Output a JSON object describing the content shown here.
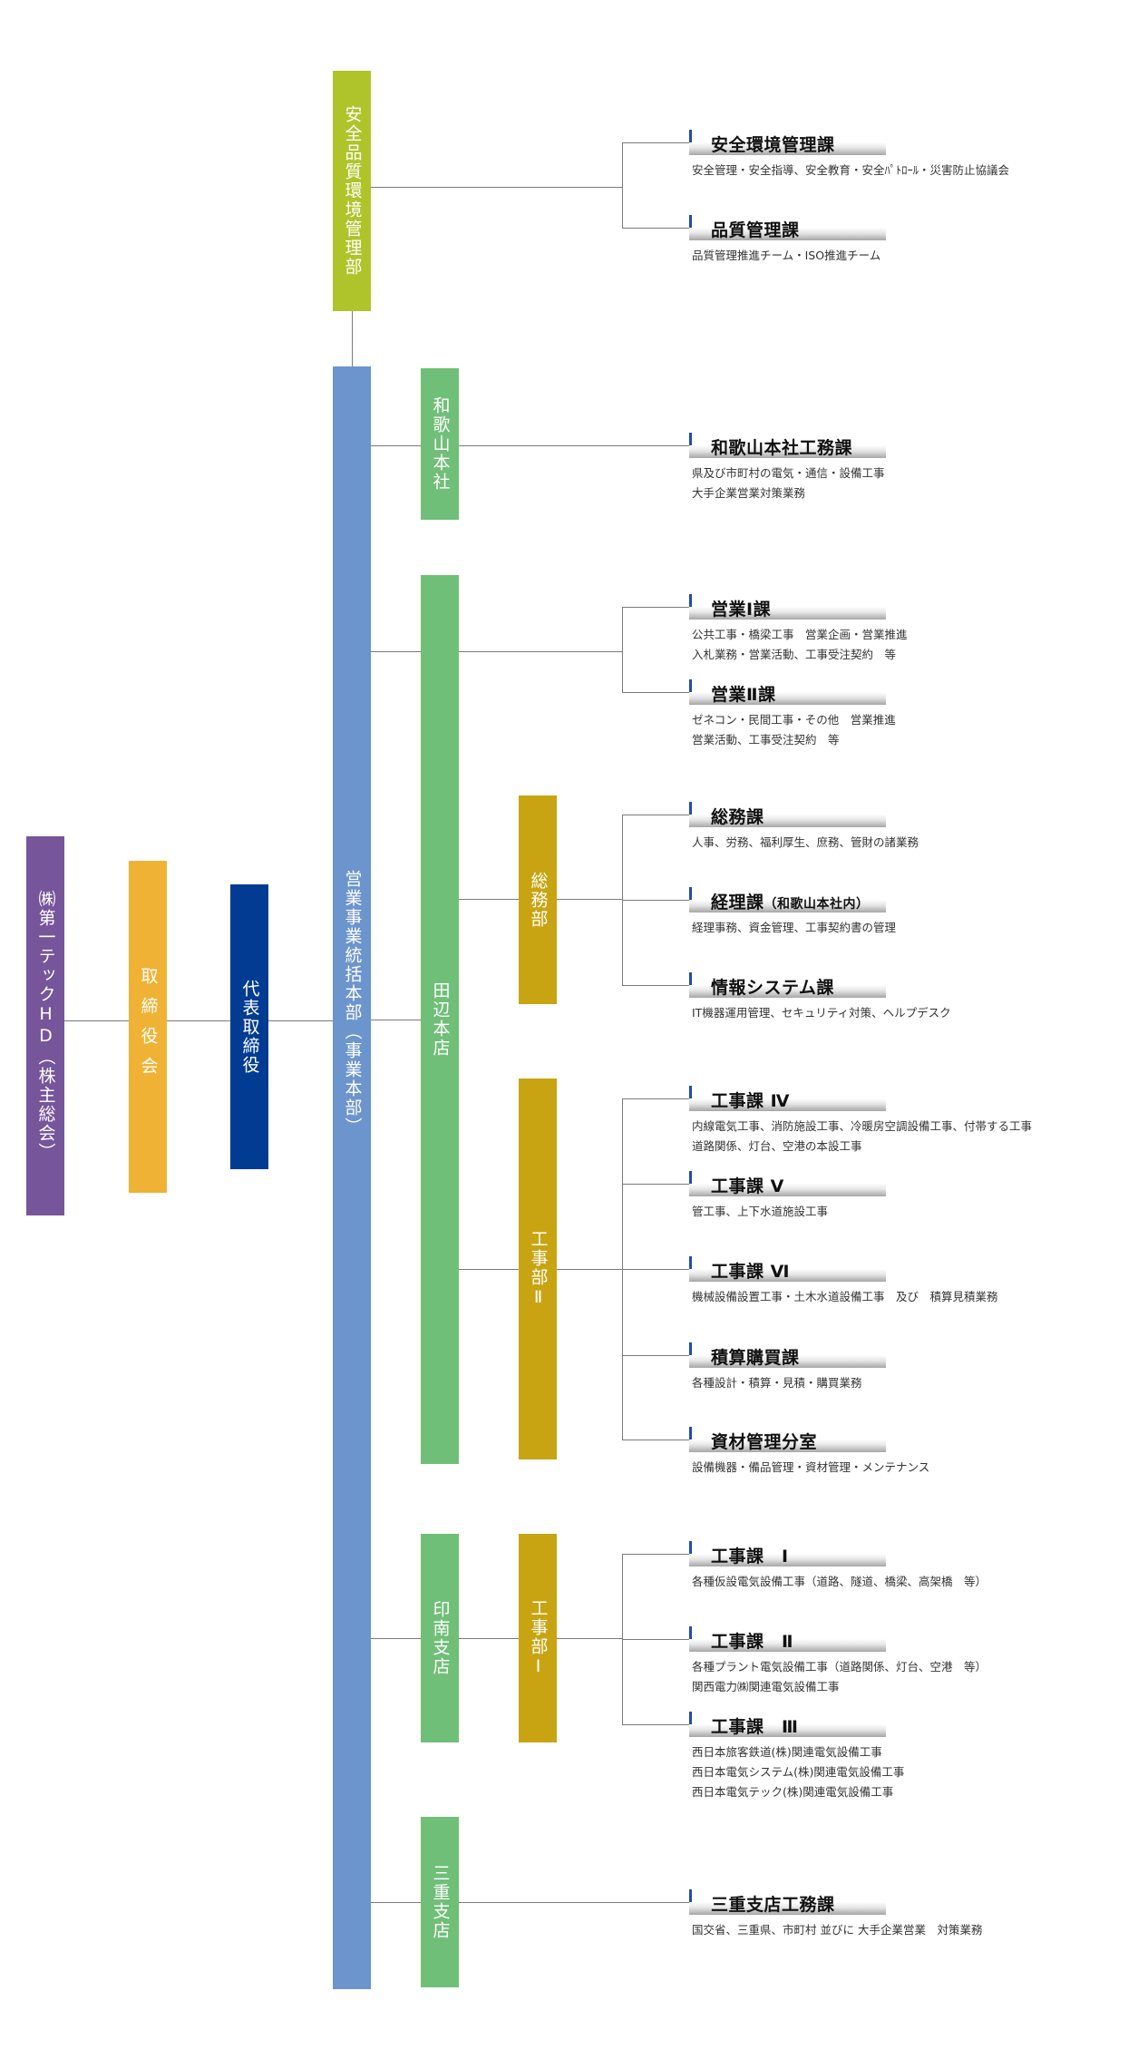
{
  "chart_title": "",
  "units": {
    "shareholder": "㈱第一テックHD（株主総会）",
    "board": "取締役会",
    "president": "代表取締役",
    "sales_hq": "営業事業統括本部（事業本部）",
    "safety_dept": "安全品質環境管理部",
    "wakayama": "和歌山本社",
    "tanabe": "田辺本店",
    "somu_bu": "総務部",
    "koji_bu_2": "工事部Ⅱ",
    "innami": "印南支店",
    "koji_bu_1": "工事部Ⅰ",
    "mie": "三重支店"
  },
  "sections": {
    "anzen": {
      "title": "安全環境管理課",
      "sub": "",
      "lines": [
        "安全管理・安全指導、安全教育・安全ﾊﾟﾄﾛｰﾙ・災害防止協議会"
      ]
    },
    "hinshitsu": {
      "title": "品質管理課",
      "sub": "",
      "lines": [
        "品質管理推進チーム・ISO推進チーム"
      ]
    },
    "wakayama_komu": {
      "title": "和歌山本社工務課",
      "sub": "",
      "lines": [
        "県及び市町村の電気・通信・設備工事",
        "大手企業営業対策業務"
      ]
    },
    "eigyo1": {
      "title": "営業Ⅰ課",
      "sub": "",
      "lines": [
        "公共工事・橋梁工事　営業企画・営業推進",
        "入札業務・営業活動、工事受注契約　等"
      ]
    },
    "eigyo2": {
      "title": "営業Ⅱ課",
      "sub": "",
      "lines": [
        "ゼネコン・民間工事・その他　営業推進",
        "営業活動、工事受注契約　等"
      ]
    },
    "somu": {
      "title": "総務課",
      "sub": "",
      "lines": [
        "人事、労務、福利厚生、庶務、管財の諸業務"
      ]
    },
    "keiri": {
      "title": "経理課",
      "sub": "（和歌山本社内）",
      "lines": [
        "経理事務、資金管理、工事契約書の管理"
      ]
    },
    "joho": {
      "title": "情報システム課",
      "sub": "",
      "lines": [
        "IT機器運用管理、セキュリティ対策、ヘルプデスク"
      ]
    },
    "koji4": {
      "title": "工事課 Ⅳ",
      "sub": "",
      "lines": [
        "内線電気工事、消防施設工事、冷暖房空調設備工事、付帯する工事",
        "道路関係、灯台、空港の本設工事"
      ]
    },
    "koji5": {
      "title": "工事課 Ⅴ",
      "sub": "",
      "lines": [
        "管工事、上下水道施設工事"
      ]
    },
    "koji6": {
      "title": "工事課 Ⅵ",
      "sub": "",
      "lines": [
        "機械設備設置工事・土木水道設備工事　及び　積算見積業務"
      ]
    },
    "sekisan": {
      "title": "積算購買課",
      "sub": "",
      "lines": [
        "各種設計・積算・見積・購買業務"
      ]
    },
    "shizai": {
      "title": "資材管理分室",
      "sub": "",
      "lines": [
        "設備機器・備品管理・資材管理・メンテナンス"
      ]
    },
    "koji1": {
      "title": "工事課　Ⅰ",
      "sub": "",
      "lines": [
        "各種仮設電気設備工事（道路、隧道、橋梁、高架橋　等）"
      ]
    },
    "koji2": {
      "title": "工事課　Ⅱ",
      "sub": "",
      "lines": [
        "各種プラント電気設備工事（道路関係、灯台、空港　等）",
        "関西電力㈱関連電気設備工事"
      ]
    },
    "koji3": {
      "title": "工事課　Ⅲ",
      "sub": "",
      "lines": [
        "西日本旅客鉄道(株)関連電気設備工事",
        "西日本電気システム(株)関連電気設備工事",
        "西日本電気テック(株)関連電気設備工事"
      ]
    },
    "mie_komu": {
      "title": "三重支店工務課",
      "sub": "",
      "lines": [
        "国交省、三重県、市町村 並びに 大手企業営業　対策業務"
      ]
    }
  },
  "colors": {
    "shareholder": "#76559b",
    "board": "#f0b234",
    "president": "#023c92",
    "sales_hq": "#6c94cd",
    "safety_dept": "#aec42a",
    "branch": "#70bf78",
    "department": "#c8a412",
    "section_marker": "#1f4fa8",
    "connector": "#7a7a7a"
  }
}
